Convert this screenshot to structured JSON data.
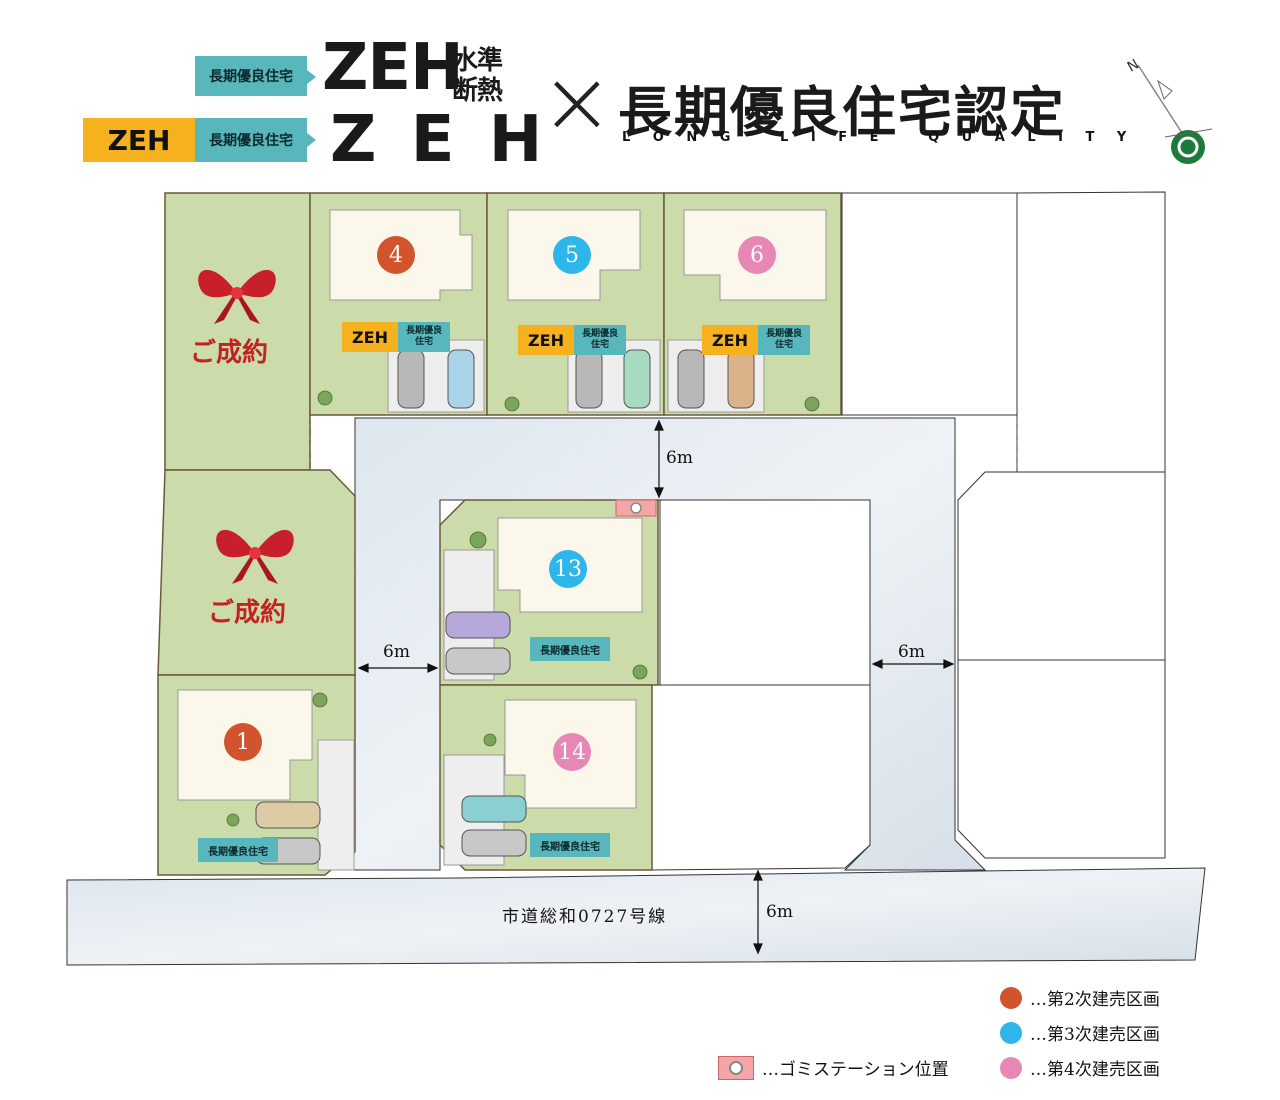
{
  "header": {
    "choki_tag": "長期優良住宅",
    "zeh_tag": "ZEH",
    "row1_big": "ZEH",
    "row1_sub1": "水準",
    "row1_sub2": "断熱",
    "row2_big": "Z E H",
    "cross": "×",
    "title": "長期優良住宅認定",
    "title_en": "L O N G   L I F E   Q U A L I T Y"
  },
  "compass": {
    "north": "N"
  },
  "lots": [
    {
      "num": "4",
      "color": "#d2542e"
    },
    {
      "num": "5",
      "color": "#2cb6ea"
    },
    {
      "num": "6",
      "color": "#e787b5"
    },
    {
      "num": "13",
      "color": "#2cb6ea"
    },
    {
      "num": "1",
      "color": "#d2542e"
    },
    {
      "num": "14",
      "color": "#e787b5"
    }
  ],
  "badges": {
    "zeh": "ZEH",
    "choki_two_line_1": "長期優良",
    "choki_two_line_2": "住宅",
    "choki": "長期優良住宅"
  },
  "sold": [
    {
      "label": "ご成約"
    },
    {
      "label": "ご成約"
    }
  ],
  "roads": {
    "width_top": "6m",
    "width_left": "6m",
    "width_right": "6m",
    "width_main": "6m",
    "main_road_name": "市道総和0727号線"
  },
  "legend": [
    {
      "color": "#d2542e",
      "label": "…第2次建売区画"
    },
    {
      "color": "#2cb6ea",
      "label": "…第3次建売区画"
    },
    {
      "color": "#e787b5",
      "label": "…第4次建売区画"
    }
  ],
  "garbage": {
    "label": "…ゴミステーション位置",
    "icon": "garbage-station-icon"
  }
}
